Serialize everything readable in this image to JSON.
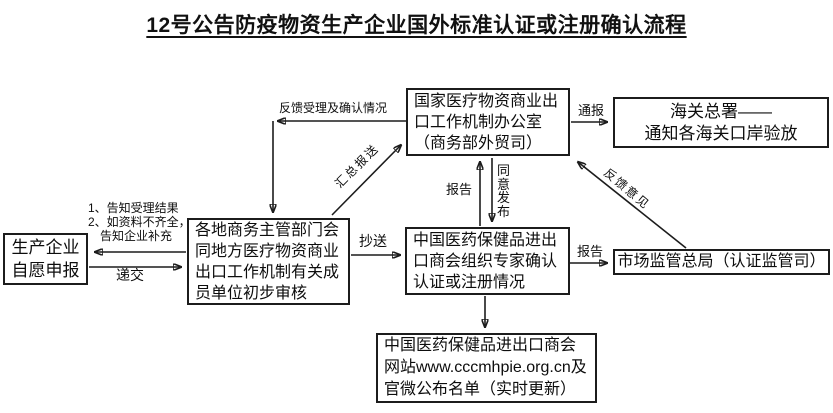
{
  "title": "12号公告防疫物资生产企业国外标准认证或注册确认流程",
  "nodes": {
    "producer": "生产企业\n自愿申报",
    "local_review": "各地商务主管部门会\n同地方医疗物资商业\n出口工作机制有关成\n员单位初步审核",
    "national_office": "国家医疗物资商业出\n口工作机制办公室\n（商务部外贸司）",
    "customs": "海关总署——\n通知各海关口岸验放",
    "chamber_confirm": "中国医药保健品进出\n口商会组织专家确认\n认证或注册情况",
    "market_regulator": "市场监管总局（认证监管司）",
    "chamber_website": "中国医药保健品进出口商会\n网站www.cccmhpie.org.cn及\n官微公布名单（实时更新）"
  },
  "edge_labels": {
    "feedback_status": "反馈受理及确认情况",
    "notify_result": "1、告知受理结果\n2、如资料不齐全，\n　告知企业补充",
    "submit": "递交",
    "summary_report": "汇总报送",
    "cc": "抄送",
    "report_to_office": "报告",
    "agree_publish": "同意发布",
    "notify_customs": "通报",
    "feedback_opinion": "反馈意见",
    "report_to_regulator": "报告"
  },
  "colors": {
    "line": "#1c1c1c",
    "background": "#ffffff",
    "text": "#111111"
  }
}
